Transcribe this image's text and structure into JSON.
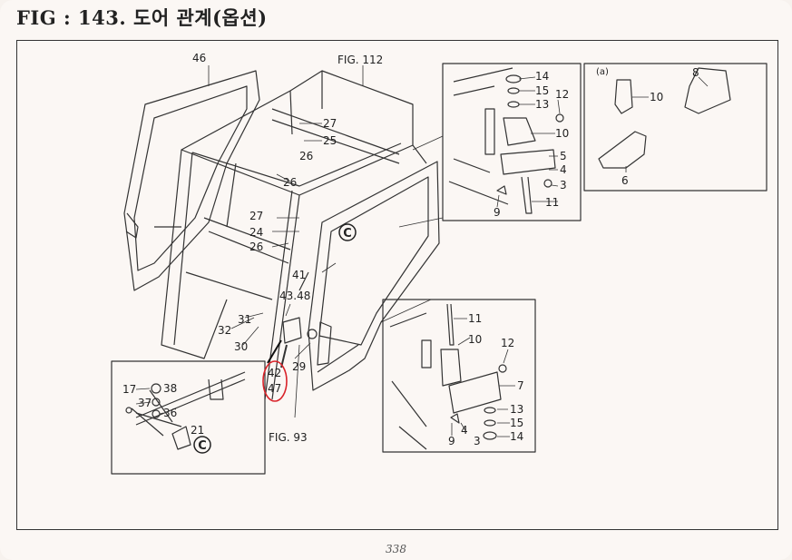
{
  "title": "FIG : 143. 도어 관계(옵션)",
  "page_number": "338",
  "refs": {
    "fig112": "FIG. 112",
    "fig93": "FIG. 93"
  },
  "circle_letter": "C",
  "option_mark": "(a)",
  "highlight_color": "#d9232a",
  "highlighted_parts": [
    "42",
    "47"
  ],
  "callouts": {
    "main": [
      "46",
      "27",
      "25",
      "26",
      "26",
      "27",
      "24",
      "26",
      "41",
      "43.48",
      "31",
      "32",
      "30",
      "29",
      "42",
      "47"
    ],
    "top_hinge": [
      "14",
      "15",
      "12",
      "13",
      "10",
      "5",
      "4",
      "3",
      "11",
      "9"
    ],
    "option_box": [
      "8",
      "10",
      "6"
    ],
    "bottom_hinge": [
      "11",
      "10",
      "12",
      "7",
      "13",
      "15",
      "14",
      "3",
      "4",
      "9"
    ],
    "rod_detail": [
      "17",
      "38",
      "37",
      "36",
      "21"
    ]
  }
}
